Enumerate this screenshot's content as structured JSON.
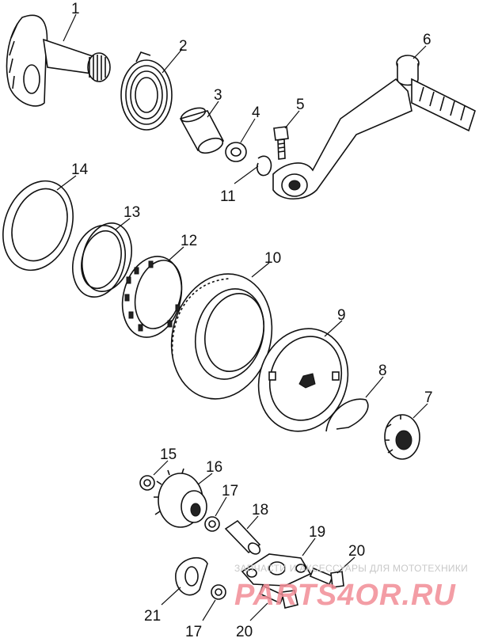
{
  "callouts": [
    {
      "id": "1",
      "label": "1"
    },
    {
      "id": "2",
      "label": "2"
    },
    {
      "id": "3",
      "label": "3"
    },
    {
      "id": "4",
      "label": "4"
    },
    {
      "id": "5",
      "label": "5"
    },
    {
      "id": "6",
      "label": "6"
    },
    {
      "id": "7",
      "label": "7"
    },
    {
      "id": "8",
      "label": "8"
    },
    {
      "id": "9",
      "label": "9"
    },
    {
      "id": "10",
      "label": "10"
    },
    {
      "id": "11",
      "label": "11"
    },
    {
      "id": "12",
      "label": "12"
    },
    {
      "id": "13",
      "label": "13"
    },
    {
      "id": "14",
      "label": "14"
    },
    {
      "id": "15",
      "label": "15"
    },
    {
      "id": "16",
      "label": "16"
    },
    {
      "id": "17",
      "label": "17"
    },
    {
      "id": "18",
      "label": "18"
    },
    {
      "id": "19",
      "label": "19"
    },
    {
      "id": "20",
      "label": "20"
    },
    {
      "id": "21",
      "label": "21"
    },
    {
      "id": "17b",
      "label": "17"
    },
    {
      "id": "20b",
      "label": "20"
    }
  ],
  "watermark": {
    "tagline": "ЗАПЧАСТИ И АКСЕССУАРЫ ДЛЯ МОТОТЕХНИКИ",
    "brand": "PARTS4OR.RU"
  }
}
